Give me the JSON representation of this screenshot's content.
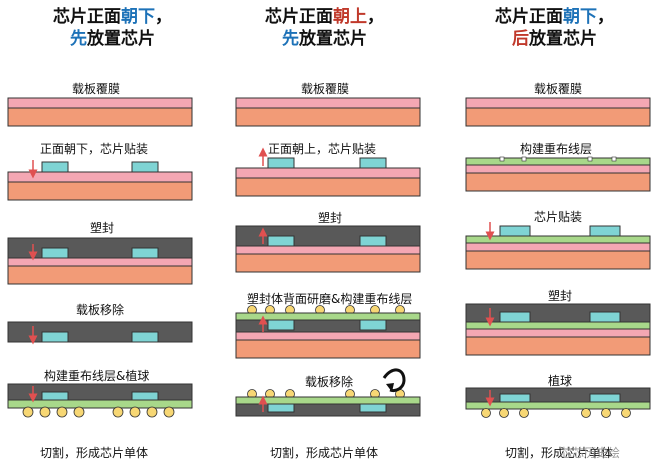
{
  "columns": [
    {
      "title_a": "芯片正面",
      "title_hl": "朝下",
      "title_b": "，",
      "title2_hl": "先",
      "title2_b": "放置芯片",
      "steps": [
        "载板覆膜",
        "正面朝下，芯片贴装",
        "塑封",
        "载板移除",
        "构建重布线层&植球"
      ],
      "footer": "切割，形成芯片单体"
    },
    {
      "title_a": "芯片正面",
      "title_hl": "朝上",
      "title_b": "，",
      "title2_hl": "先",
      "title2_b": "放置芯片",
      "steps": [
        "载板覆膜",
        "正面朝上，芯片贴装",
        "塑封",
        "塑封体背面研磨&构建重布线层",
        "载板移除"
      ],
      "footer": "切割，形成芯片单体"
    },
    {
      "title_a": "芯片正面",
      "title_hl": "朝下",
      "title_b": "，",
      "title2_hl": "后",
      "title2_b": "放置芯片",
      "steps": [
        "载板覆膜",
        "构建重布线层",
        "芯片贴装",
        "塑封",
        "植球"
      ],
      "footer": "切割，形成芯片单体"
    }
  ],
  "watermark": "芯芯历史绘",
  "colors": {
    "film": "#f4a7b3",
    "carrier": "#f29b77",
    "mold": "#595959",
    "chip": "#7fd4d4",
    "rdl": "#a8d88a",
    "ball": "#f7d774",
    "arrow": "#e05050"
  }
}
